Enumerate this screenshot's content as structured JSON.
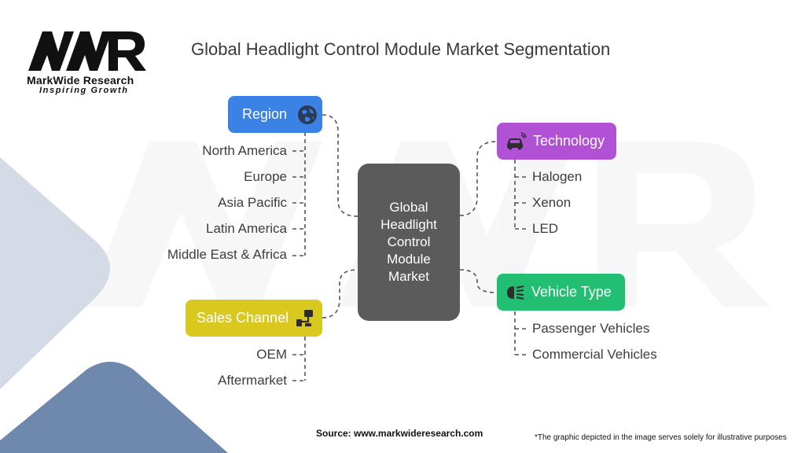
{
  "logo": {
    "mark": "MWR",
    "name": "MarkWide Research",
    "tagline": "Inspiring Growth"
  },
  "title": "Global Headlight Control Module Market Segmentation",
  "center": {
    "lines": [
      "Global",
      "Headlight",
      "Control",
      "Module",
      "Market"
    ],
    "color": "#5b5b5b"
  },
  "segments": {
    "region": {
      "label": "Region",
      "color": "#3b82e6",
      "icon": "globe-icon",
      "items": [
        "North America",
        "Europe",
        "Asia Pacific",
        "Latin America",
        "Middle East & Africa"
      ]
    },
    "sales_channel": {
      "label": "Sales Channel",
      "color": "#d9c81e",
      "icon": "cctv-camera-icon",
      "items": [
        "OEM",
        "Aftermarket"
      ]
    },
    "technology": {
      "label": "Technology",
      "color": "#b152d6",
      "icon": "car-signal-icon",
      "items": [
        "Halogen",
        "Xenon",
        "LED"
      ]
    },
    "vehicle_type": {
      "label": "Vehicle Type",
      "color": "#22bf73",
      "icon": "headlight-icon",
      "items": [
        "Passenger Vehicles",
        "Commercial Vehicles"
      ]
    }
  },
  "footer": {
    "source": "Source: www.markwideresearch.com",
    "disclaimer": "*The graphic depicted in the image serves solely for illustrative purposes"
  }
}
